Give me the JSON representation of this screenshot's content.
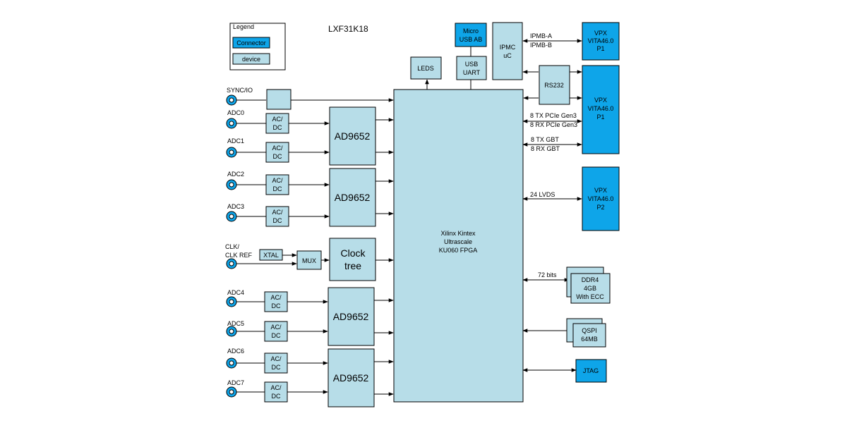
{
  "title": "LXF31K18",
  "legend": {
    "heading": "Legend",
    "connector": "Connector",
    "device": "device"
  },
  "fpga": [
    "Xilinx Kintex",
    "Ultrascale",
    "KU060 FPGA"
  ],
  "leds": "LEDS",
  "micro_usb": [
    "Micro",
    "USB AB"
  ],
  "usb_uart": [
    "USB",
    "UART"
  ],
  "ipmc": [
    "IPMC",
    "uC"
  ],
  "rs232": "RS232",
  "vpx_p1_top": [
    "VPX",
    "VITA46.0",
    "P1"
  ],
  "vpx_p1_main": [
    "VPX",
    "VITA46.0",
    "P1"
  ],
  "vpx_p2": [
    "VPX",
    "VITA46.0",
    "P2"
  ],
  "ipmb": [
    "IPMB-A",
    "IPMB-B"
  ],
  "pcie": [
    "8 TX PCIe Gen3",
    "8 RX PCIe Gen3"
  ],
  "gbt": [
    "8 TX GBT",
    "8 RX GBT"
  ],
  "lvds": "24 LVDS",
  "ddr4_bits": "72 bits",
  "ddr4": [
    "DDR4",
    "4GB",
    "With ECC"
  ],
  "qspi": [
    "QSPI",
    "64MB"
  ],
  "jtag": "JTAG",
  "sync_io": "SYNC/IO",
  "clk_label": [
    "CLK/",
    "CLK REF"
  ],
  "xtal": "XTAL",
  "mux": "MUX",
  "clock_tree": [
    "Clock",
    "tree"
  ],
  "adc_labels": [
    "ADC0",
    "ADC1",
    "ADC2",
    "ADC3",
    "ADC4",
    "ADC5",
    "ADC6",
    "ADC7"
  ],
  "acdc": [
    "AC/",
    "DC"
  ],
  "ad_chip": "AD9652",
  "colors": {
    "device": "#b7dde8",
    "connector": "#0ea5e9"
  }
}
